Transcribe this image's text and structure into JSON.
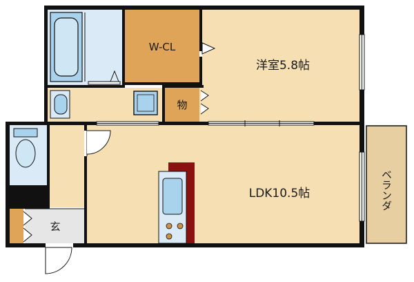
{
  "rooms": {
    "western_room": {
      "label": "洋室5.8帖"
    },
    "closet": {
      "label": "W-CL"
    },
    "storage": {
      "label": "物"
    },
    "ldk": {
      "label": "LDK10.5帖"
    },
    "entrance": {
      "label": "玄"
    },
    "veranda": {
      "label": "ベランダ"
    }
  },
  "colors": {
    "floor": "#f5dfb3",
    "closet": "#e0a458",
    "wet_area": "#dbeaf7",
    "fixture": "#a9d3ec",
    "veranda": "#e8cfa1",
    "kitchen_wall": "#8b1010",
    "wall": "#111111"
  }
}
